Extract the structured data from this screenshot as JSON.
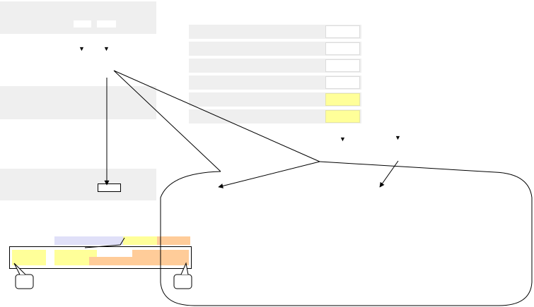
{
  "colors": {
    "panel_grey": "#efefef",
    "highlight_yellow": "#ffff99",
    "lavender": "#e0e0f8",
    "peach": "#ffcc99",
    "outline": "#000000"
  },
  "icons": {
    "arrow_marker": "down-triangle"
  },
  "input_rows": {
    "count": 6,
    "value_cell_colors": [
      "white",
      "white",
      "white",
      "white",
      "yellow",
      "yellow"
    ]
  }
}
